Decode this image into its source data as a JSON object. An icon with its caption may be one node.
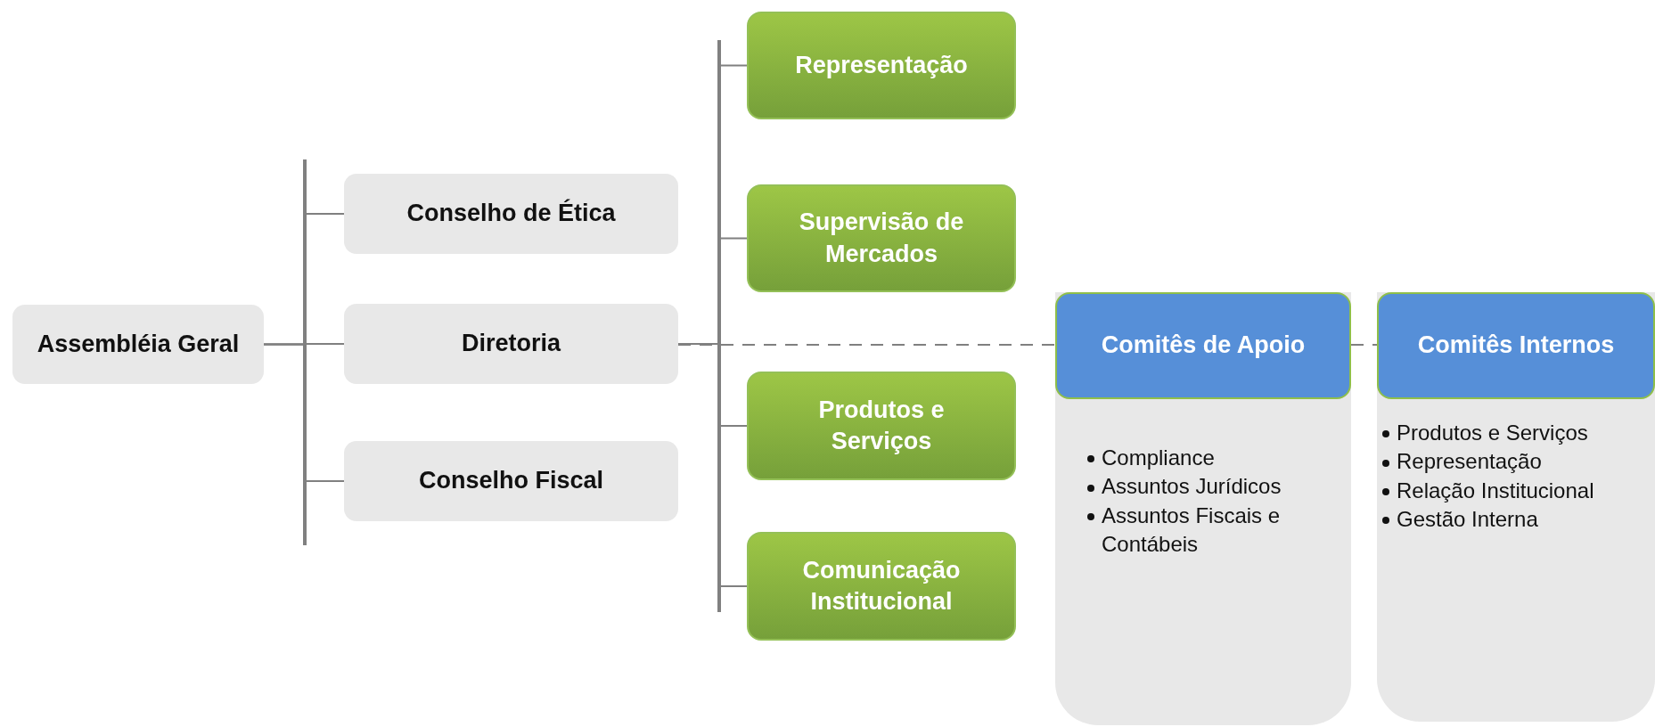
{
  "diagram": {
    "nodes": [
      {
        "text": [
          "Assembléia Geral"
        ]
      },
      {
        "text": [
          "Conselho de Ética"
        ]
      },
      {
        "text": [
          "Diretoria"
        ]
      },
      {
        "text": [
          "Conselho Fiscal"
        ]
      },
      {
        "text": [
          "Representação"
        ]
      },
      {
        "text": [
          "Supervisão de Mercados"
        ]
      },
      {
        "text": [
          "Produtos e Serviços"
        ]
      },
      {
        "text": [
          "Comunicação Institucional"
        ]
      },
      {
        "text": [
          "Comitês de Apoio",
          "Compliance",
          "Assuntos Jurídicos",
          "Assuntos Fiscais e Contábeis"
        ]
      },
      {
        "text": [
          "Comitês Internos",
          "Produtos e Serviços",
          "Representação",
          "Relação Institucional",
          "Gestão Interna"
        ]
      }
    ],
    "edges": [
      {
        "from": 0,
        "to": 1,
        "arrow": "none"
      },
      {
        "from": 0,
        "to": 2,
        "arrow": "none"
      },
      {
        "from": 0,
        "to": 3,
        "arrow": "none"
      },
      {
        "from": 2,
        "to": 4,
        "arrow": "none"
      },
      {
        "from": 2,
        "to": 5,
        "arrow": "none"
      },
      {
        "from": 2,
        "to": 6,
        "arrow": "none"
      },
      {
        "from": 2,
        "to": 7,
        "arrow": "none"
      },
      {
        "from": 2,
        "to": 8,
        "arrow": "none",
        "style": "dashed"
      },
      {
        "from": 8,
        "to": 9,
        "arrow": "none",
        "style": "dashed"
      }
    ]
  }
}
